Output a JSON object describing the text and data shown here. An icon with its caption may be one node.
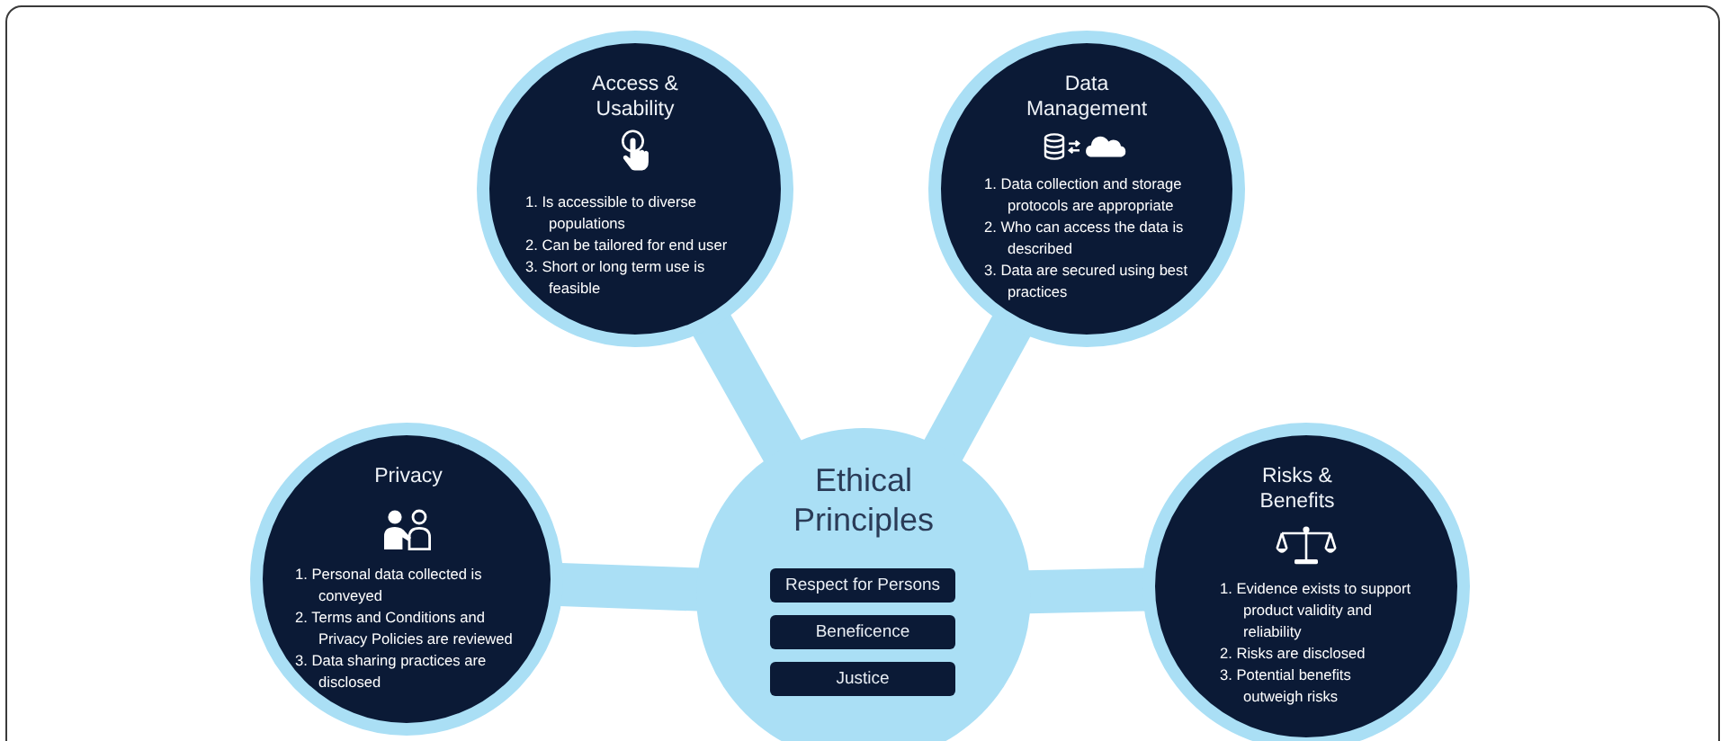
{
  "diagram": {
    "nodes": [
      {
        "text": [
          "Access & Usability",
          "1. Is accessible to diverse populations",
          "2. Can be tailored for end user",
          "3. Short or long term use is feasible"
        ]
      },
      {
        "text": [
          "Data Management",
          "1. Data collection and storage protocols are appropriate",
          "2. Who can access the data is described",
          "3. Data are secured using best practices"
        ]
      },
      {
        "text": [
          "Privacy",
          "1. Personal data collected is conveyed",
          "2. Terms and Conditions and Privacy Policies are reviewed",
          "3. Data sharing practices are disclosed"
        ]
      },
      {
        "text": [
          "Ethical Principles"
        ]
      },
      {
        "text": [
          "Respect for Persons"
        ],
        "in": 3
      },
      {
        "text": [
          "Beneficence"
        ],
        "in": 3
      },
      {
        "text": [
          "Justice"
        ],
        "in": 3
      },
      {
        "text": [
          "Risks & Benefits",
          "1. Evidence exists to support product validity and reliability",
          "2. Risks are disclosed",
          "3. Potential benefits outweigh risks"
        ]
      }
    ],
    "edges": [
      {
        "from": 3,
        "to": 0,
        "arrow": "none"
      },
      {
        "from": 3,
        "to": 1,
        "arrow": "none"
      },
      {
        "from": 3,
        "to": 2,
        "arrow": "none"
      },
      {
        "from": 3,
        "to": 7,
        "arrow": "none"
      }
    ]
  }
}
